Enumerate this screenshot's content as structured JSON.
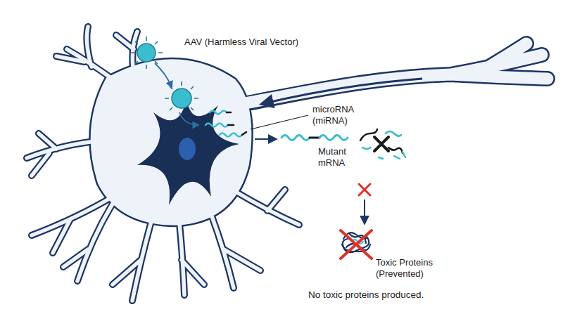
{
  "diagram": {
    "labels": [
      "AAV (Harmless Viral Vector)",
      "microRNA (miRNA)",
      "Mutant mRNA",
      "Toxic Proteins (Prevented)",
      "No toxic proteins produced."
    ]
  }
}
